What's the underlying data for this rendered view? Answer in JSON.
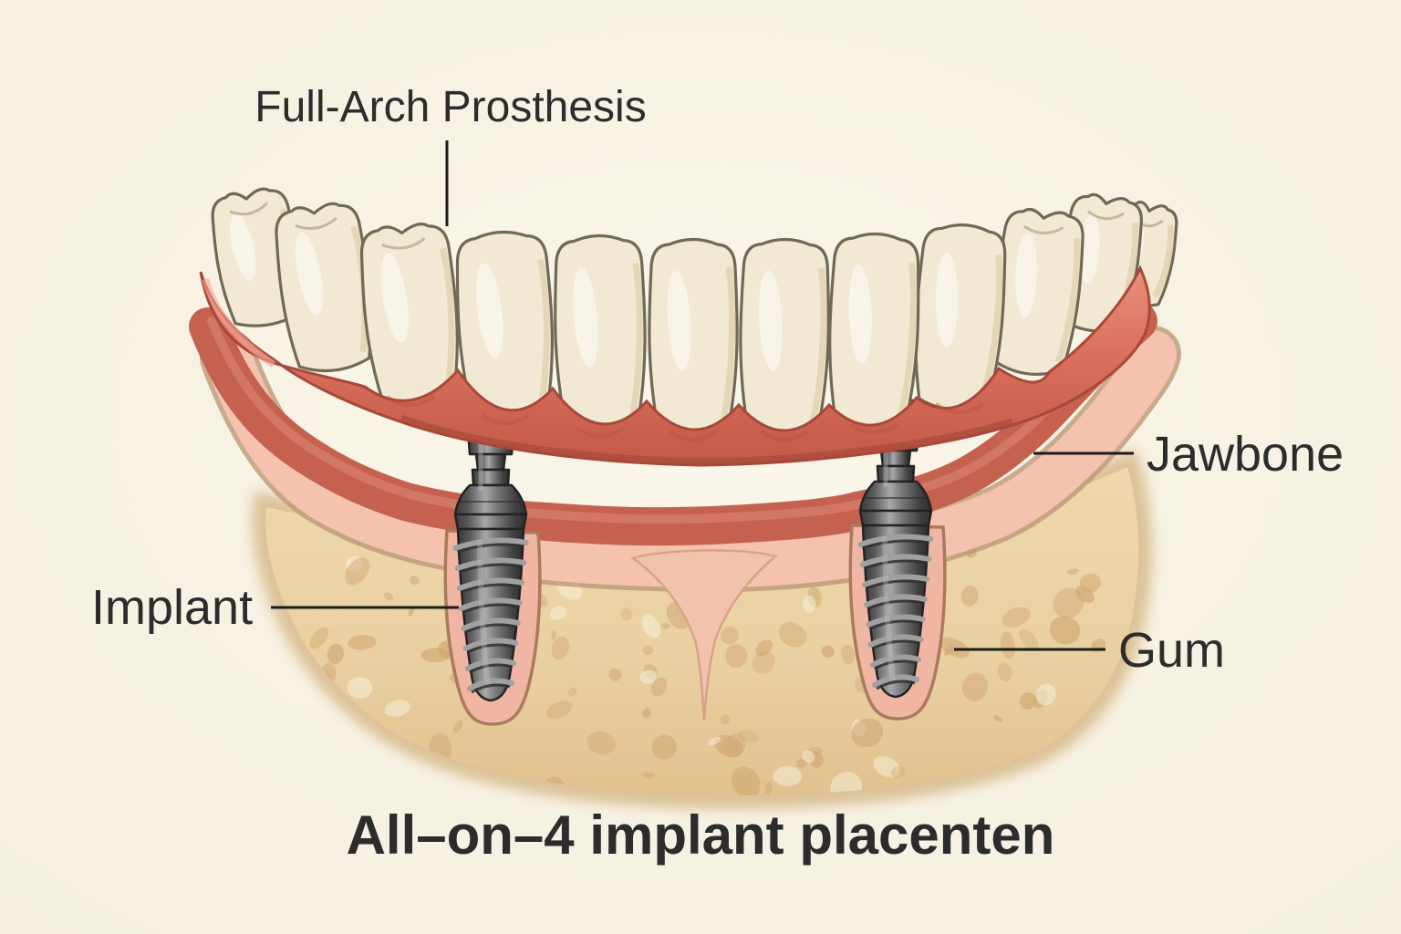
{
  "diagram": {
    "title": "All–on–4 implant placenten",
    "labels": {
      "prosthesis": "Full-Arch Prosthesis",
      "jawbone": "Jawbone",
      "implant": "Implant",
      "gum": "Gum"
    },
    "palette": {
      "background": "#f8f4e8",
      "text": "#2c2c2c",
      "leader_line": "#1b1b1b",
      "gum_band_dark": "#c4614f",
      "gum_band_light": "#f4c2ae",
      "prosthesis_gum": "#d96f5c",
      "tooth": "#f1e9d3",
      "tooth_outline": "#6f6a56",
      "bone": "#ead2a4",
      "bone_spot": "#cfa873",
      "implant_metal": "#6f6f6f"
    }
  }
}
